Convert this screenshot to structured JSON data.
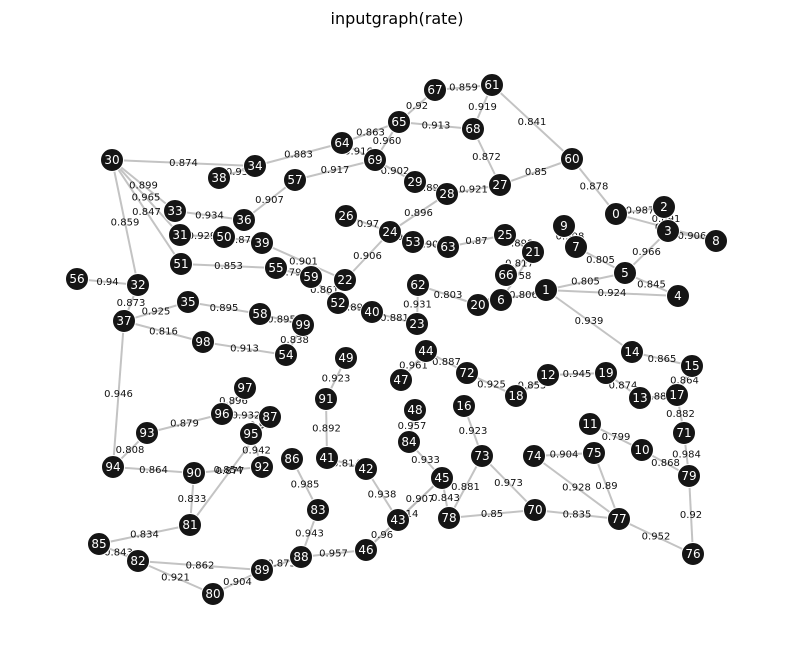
{
  "title": "inputgraph(rate)",
  "nodes": [
    "0",
    "1",
    "2",
    "3",
    "4",
    "5",
    "6",
    "7",
    "8",
    "9",
    "10",
    "11",
    "12",
    "13",
    "14",
    "15",
    "16",
    "17",
    "18",
    "19",
    "20",
    "21",
    "22",
    "23",
    "24",
    "25",
    "26",
    "27",
    "28",
    "29",
    "30",
    "31",
    "32",
    "33",
    "34",
    "35",
    "36",
    "37",
    "38",
    "39",
    "40",
    "41",
    "42",
    "43",
    "44",
    "45",
    "46",
    "47",
    "48",
    "49",
    "50",
    "51",
    "52",
    "53",
    "54",
    "55",
    "56",
    "57",
    "58",
    "59",
    "60",
    "61",
    "62",
    "63",
    "64",
    "65",
    "66",
    "67",
    "68",
    "69",
    "70",
    "71",
    "72",
    "73",
    "74",
    "75",
    "76",
    "77",
    "78",
    "79",
    "80",
    "81",
    "82",
    "83",
    "84",
    "85",
    "86",
    "87",
    "88",
    "89",
    "90",
    "91",
    "92",
    "93",
    "94",
    "95",
    "96",
    "97",
    "98",
    "99"
  ],
  "edges": [
    {
      "source": "67",
      "target": "61",
      "weight": "0.859"
    },
    {
      "source": "61",
      "target": "68",
      "weight": "0.919"
    },
    {
      "source": "61",
      "target": "60",
      "weight": "0.841"
    },
    {
      "source": "65",
      "target": "67",
      "weight": "0.92"
    },
    {
      "source": "65",
      "target": "68",
      "weight": "0.913"
    },
    {
      "source": "65",
      "target": "69",
      "weight": "0.960"
    },
    {
      "source": "64",
      "target": "65",
      "weight": "0.863"
    },
    {
      "source": "64",
      "target": "34",
      "weight": "0.883"
    },
    {
      "source": "69",
      "target": "64",
      "weight": "0.916"
    },
    {
      "source": "68",
      "target": "27",
      "weight": "0.872"
    },
    {
      "source": "27",
      "target": "60",
      "weight": "0.85"
    },
    {
      "source": "60",
      "target": "0",
      "weight": "0.878"
    },
    {
      "source": "30",
      "target": "34",
      "weight": "0.874"
    },
    {
      "source": "30",
      "target": "33",
      "weight": "0.899"
    },
    {
      "source": "30",
      "target": "31",
      "weight": "0.965"
    },
    {
      "source": "30",
      "target": "32",
      "weight": "0.859"
    },
    {
      "source": "30",
      "target": "51",
      "weight": "0.847"
    },
    {
      "source": "34",
      "target": "38",
      "weight": "0.93"
    },
    {
      "source": "57",
      "target": "69",
      "weight": "0.917"
    },
    {
      "source": "57",
      "target": "36",
      "weight": "0.907"
    },
    {
      "source": "29",
      "target": "28",
      "weight": "0.894"
    },
    {
      "source": "29",
      "target": "69",
      "weight": "0.902"
    },
    {
      "source": "28",
      "target": "27",
      "weight": "0.921"
    },
    {
      "source": "28",
      "target": "24",
      "weight": "0.896"
    },
    {
      "source": "26",
      "target": "24",
      "weight": "0.97"
    },
    {
      "source": "9",
      "target": "7",
      "weight": "0.998"
    },
    {
      "source": "0",
      "target": "2",
      "weight": "0.987"
    },
    {
      "source": "2",
      "target": "3",
      "weight": "0.891"
    },
    {
      "source": "3",
      "target": "8",
      "weight": "0.906"
    },
    {
      "source": "0",
      "target": "8",
      "weight": "0.89"
    },
    {
      "source": "5",
      "target": "3",
      "weight": "0.966"
    },
    {
      "source": "5",
      "target": "4",
      "weight": "0.845"
    },
    {
      "source": "1",
      "target": "4",
      "weight": "0.924"
    },
    {
      "source": "1",
      "target": "5",
      "weight": "0.805"
    },
    {
      "source": "1",
      "target": "14",
      "weight": "0.939"
    },
    {
      "source": "21",
      "target": "6",
      "weight": "0.958"
    },
    {
      "source": "56",
      "target": "32",
      "weight": "0.94"
    },
    {
      "source": "32",
      "target": "37",
      "weight": "0.873"
    },
    {
      "source": "37",
      "target": "35",
      "weight": "0.925"
    },
    {
      "source": "37",
      "target": "98",
      "weight": "0.816"
    },
    {
      "source": "37",
      "target": "94",
      "weight": "0.946"
    },
    {
      "source": "98",
      "target": "54",
      "weight": "0.913"
    },
    {
      "source": "97",
      "target": "96",
      "weight": "0.896"
    },
    {
      "source": "93",
      "target": "96",
      "weight": "0.879"
    },
    {
      "source": "94",
      "target": "93",
      "weight": "0.808"
    },
    {
      "source": "94",
      "target": "90",
      "weight": "0.864"
    },
    {
      "source": "90",
      "target": "92",
      "weight": "0.854"
    },
    {
      "source": "81",
      "target": "90",
      "weight": "0.833"
    },
    {
      "source": "81",
      "target": "87",
      "weight": "0.877"
    },
    {
      "source": "85",
      "target": "82",
      "weight": "0.843"
    },
    {
      "source": "85",
      "target": "81",
      "weight": "0.834"
    },
    {
      "source": "82",
      "target": "80",
      "weight": "0.921"
    },
    {
      "source": "82",
      "target": "89",
      "weight": "0.862"
    },
    {
      "source": "80",
      "target": "89",
      "weight": "0.904"
    },
    {
      "source": "89",
      "target": "88",
      "weight": "0.875"
    },
    {
      "source": "88",
      "target": "46",
      "weight": "0.957"
    },
    {
      "source": "86",
      "target": "83",
      "weight": "0.985"
    },
    {
      "source": "83",
      "target": "88",
      "weight": "0.943"
    },
    {
      "source": "46",
      "target": "43",
      "weight": "0.96"
    },
    {
      "source": "43",
      "target": "45",
      "weight": "0.907"
    },
    {
      "source": "46",
      "target": "45",
      "weight": "0.914"
    },
    {
      "source": "45",
      "target": "78",
      "weight": "0.843"
    },
    {
      "source": "78",
      "target": "70",
      "weight": "0.85"
    },
    {
      "source": "70",
      "target": "77",
      "weight": "0.835"
    },
    {
      "source": "77",
      "target": "76",
      "weight": "0.952"
    },
    {
      "source": "79",
      "target": "76",
      "weight": "0.92"
    },
    {
      "source": "71",
      "target": "79",
      "weight": "0.984"
    },
    {
      "source": "10",
      "target": "79",
      "weight": "0.868"
    },
    {
      "source": "17",
      "target": "71",
      "weight": "0.882"
    },
    {
      "source": "15",
      "target": "17",
      "weight": "0.864"
    },
    {
      "source": "14",
      "target": "15",
      "weight": "0.865"
    },
    {
      "source": "75",
      "target": "77",
      "weight": "0.89"
    },
    {
      "source": "74",
      "target": "77",
      "weight": "0.928"
    },
    {
      "source": "73",
      "target": "70",
      "weight": "0.973"
    },
    {
      "source": "73",
      "target": "78",
      "weight": "0.881"
    },
    {
      "source": "74",
      "target": "75",
      "weight": "0.904"
    },
    {
      "source": "11",
      "target": "10",
      "weight": "0.799"
    },
    {
      "source": "13",
      "target": "17",
      "weight": "0.885"
    },
    {
      "source": "19",
      "target": "13",
      "weight": "0.874"
    },
    {
      "source": "12",
      "target": "19",
      "weight": "0.945"
    },
    {
      "source": "18",
      "target": "12",
      "weight": "0.855"
    },
    {
      "source": "16",
      "target": "73",
      "weight": "0.923"
    },
    {
      "source": "72",
      "target": "18",
      "weight": "0.925"
    },
    {
      "source": "44",
      "target": "72",
      "weight": "0.887"
    },
    {
      "source": "47",
      "target": "44",
      "weight": "0.961"
    },
    {
      "source": "48",
      "target": "84",
      "weight": "0.957"
    },
    {
      "source": "84",
      "target": "45",
      "weight": "0.933"
    },
    {
      "source": "42",
      "target": "43",
      "weight": "0.938"
    },
    {
      "source": "41",
      "target": "42",
      "weight": "0.814"
    },
    {
      "source": "91",
      "target": "41",
      "weight": "0.892"
    },
    {
      "source": "49",
      "target": "91",
      "weight": "0.923"
    },
    {
      "source": "99",
      "target": "54",
      "weight": "0.838"
    },
    {
      "source": "58",
      "target": "99",
      "weight": "0.895"
    },
    {
      "source": "35",
      "target": "58",
      "weight": "0.895"
    },
    {
      "source": "55",
      "target": "59",
      "weight": "0.797"
    },
    {
      "source": "59",
      "target": "52",
      "weight": "0.861"
    },
    {
      "source": "52",
      "target": "40",
      "weight": "0.894"
    },
    {
      "source": "40",
      "target": "23",
      "weight": "0.881"
    },
    {
      "source": "23",
      "target": "62",
      "weight": "0.931"
    },
    {
      "source": "62",
      "target": "20",
      "weight": "0.803"
    },
    {
      "source": "20",
      "target": "6",
      "weight": "0.983"
    },
    {
      "source": "6",
      "target": "1",
      "weight": "0.806"
    },
    {
      "source": "63",
      "target": "25",
      "weight": "0.87"
    },
    {
      "source": "25",
      "target": "21",
      "weight": "0.898"
    },
    {
      "source": "53",
      "target": "63",
      "weight": "0.909"
    },
    {
      "source": "24",
      "target": "53",
      "weight": "0.997"
    },
    {
      "source": "22",
      "target": "24",
      "weight": "0.906"
    },
    {
      "source": "39",
      "target": "22",
      "weight": "0.901"
    },
    {
      "source": "50",
      "target": "39",
      "weight": "0.871"
    },
    {
      "source": "31",
      "target": "50",
      "weight": "0.929"
    },
    {
      "source": "33",
      "target": "36",
      "weight": "0.934"
    },
    {
      "source": "51",
      "target": "55",
      "weight": "0.853"
    },
    {
      "source": "95",
      "target": "92",
      "weight": "0.942"
    },
    {
      "source": "87",
      "target": "95",
      "weight": "0.95"
    },
    {
      "source": "96",
      "target": "87",
      "weight": "0.932"
    },
    {
      "source": "66",
      "target": "21",
      "weight": "0.817"
    },
    {
      "source": "7",
      "target": "5",
      "weight": "0.805"
    }
  ]
}
